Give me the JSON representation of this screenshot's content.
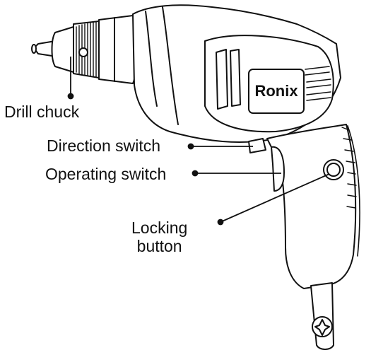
{
  "brand": "Ronix",
  "labels": {
    "drill_chuck": "Drill chuck",
    "direction_switch": "Direction switch",
    "operating_switch": "Operating switch",
    "locking_line1": "Locking",
    "locking_line2": "button"
  },
  "colors": {
    "ink": "#111111",
    "background": "#ffffff"
  }
}
